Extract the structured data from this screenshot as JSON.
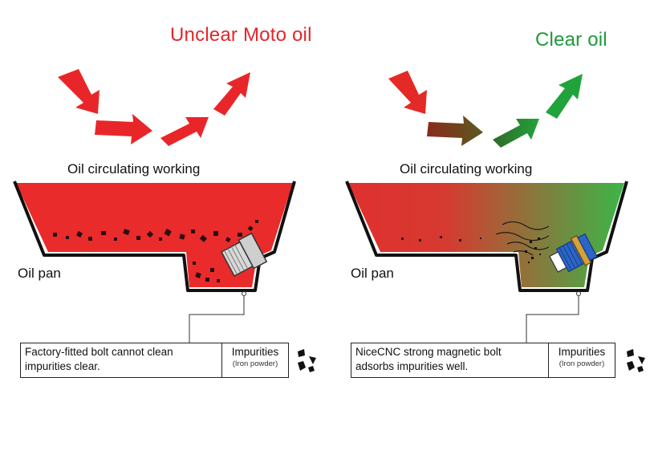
{
  "left": {
    "title": "Unclear Moto oil",
    "title_color": "#e3262a",
    "process_label": "Oil circulating working",
    "pan_label": "Oil pan",
    "description_lines": [
      "Factory-fitted bolt cannot clean",
      "impurities clear."
    ],
    "impurities_label": "Impurities",
    "impurities_sub": "(Iron powder)",
    "oil_color": "#ea2b2b",
    "bolt_icon": "plain-drain-bolt-icon"
  },
  "right": {
    "title": "Clear oil",
    "title_color": "#1f9a3a",
    "process_label": "Oil circulating working",
    "pan_label": "Oil pan",
    "description_lines": [
      "NiceCNC strong magnetic bolt",
      "adsorbs impurities well."
    ],
    "impurities_label": "Impurities",
    "impurities_sub": "(Iron powder)",
    "oil_gradient": [
      "#e03030",
      "#3bb648"
    ],
    "bolt_icon": "magnetic-drain-bolt-icon"
  }
}
